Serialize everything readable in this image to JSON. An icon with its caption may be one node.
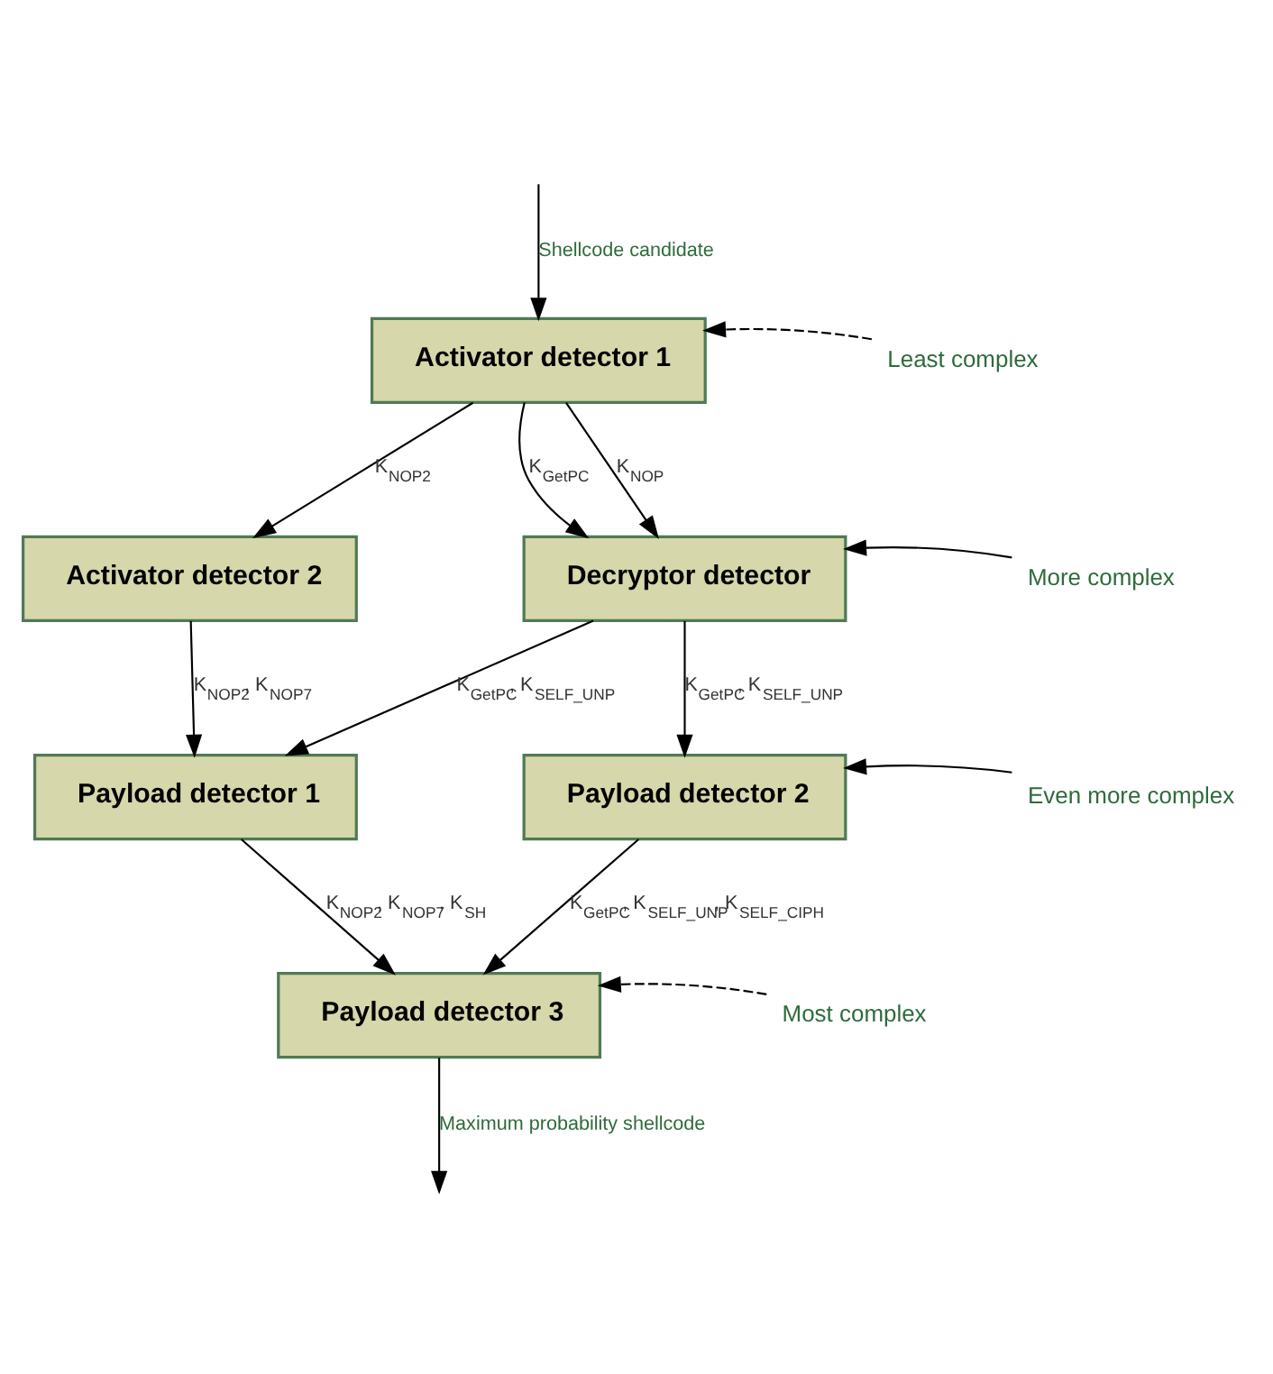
{
  "diagram": {
    "nodes": [
      {
        "text": [
          "Activator detector 1"
        ]
      },
      {
        "text": [
          "Activator detector 2"
        ]
      },
      {
        "text": [
          "Decryptor detector"
        ]
      },
      {
        "text": [
          "Payload detector 1"
        ]
      },
      {
        "text": [
          "Payload detector 2"
        ]
      },
      {
        "text": [
          "Payload detector 3"
        ]
      },
      {
        "text": [
          "Least complex"
        ]
      },
      {
        "text": [
          "More complex"
        ]
      },
      {
        "text": [
          "Even more complex"
        ]
      },
      {
        "text": [
          "Most complex"
        ]
      }
    ],
    "edges": [
      {
        "from": null,
        "to": 0,
        "arrow": "to",
        "label": "Shellcode candidate"
      },
      {
        "from": 0,
        "to": 1,
        "arrow": "to",
        "label": "K$_{NOP2}$"
      },
      {
        "from": 0,
        "to": 2,
        "arrow": "to",
        "label": "K$_{GetPC}$"
      },
      {
        "from": 0,
        "to": 2,
        "arrow": "to",
        "label": "K$_{NOP}$"
      },
      {
        "from": 1,
        "to": 3,
        "arrow": "to",
        "label": "K$_{NOP2}$, K$_{NOP7}$"
      },
      {
        "from": 2,
        "to": 3,
        "arrow": "to",
        "label": "K$_{GetPC}$, K$_{SELF_UNP}$"
      },
      {
        "from": 2,
        "to": 4,
        "arrow": "to",
        "label": "K$_{GetPC}$, K$_{SELF_UNP}$"
      },
      {
        "from": 3,
        "to": 5,
        "arrow": "to",
        "label": "K$_{NOP2}$, K$_{NOP7}$, K$_{SH}$"
      },
      {
        "from": 4,
        "to": 5,
        "arrow": "to",
        "label": "K$_{GetPC}$, K$_{SELF_UNP}$, K$_{SELF_CIPH}$"
      },
      {
        "from": 5,
        "to": null,
        "arrow": "to",
        "label": "Maximum probability shellcode"
      },
      {
        "from": 6,
        "to": 0,
        "arrow": "to",
        "style": "dashed"
      },
      {
        "from": 7,
        "to": 2,
        "arrow": "to"
      },
      {
        "from": 8,
        "to": 4,
        "arrow": "to"
      },
      {
        "from": 9,
        "to": 5,
        "arrow": "to",
        "style": "dashed"
      }
    ]
  }
}
